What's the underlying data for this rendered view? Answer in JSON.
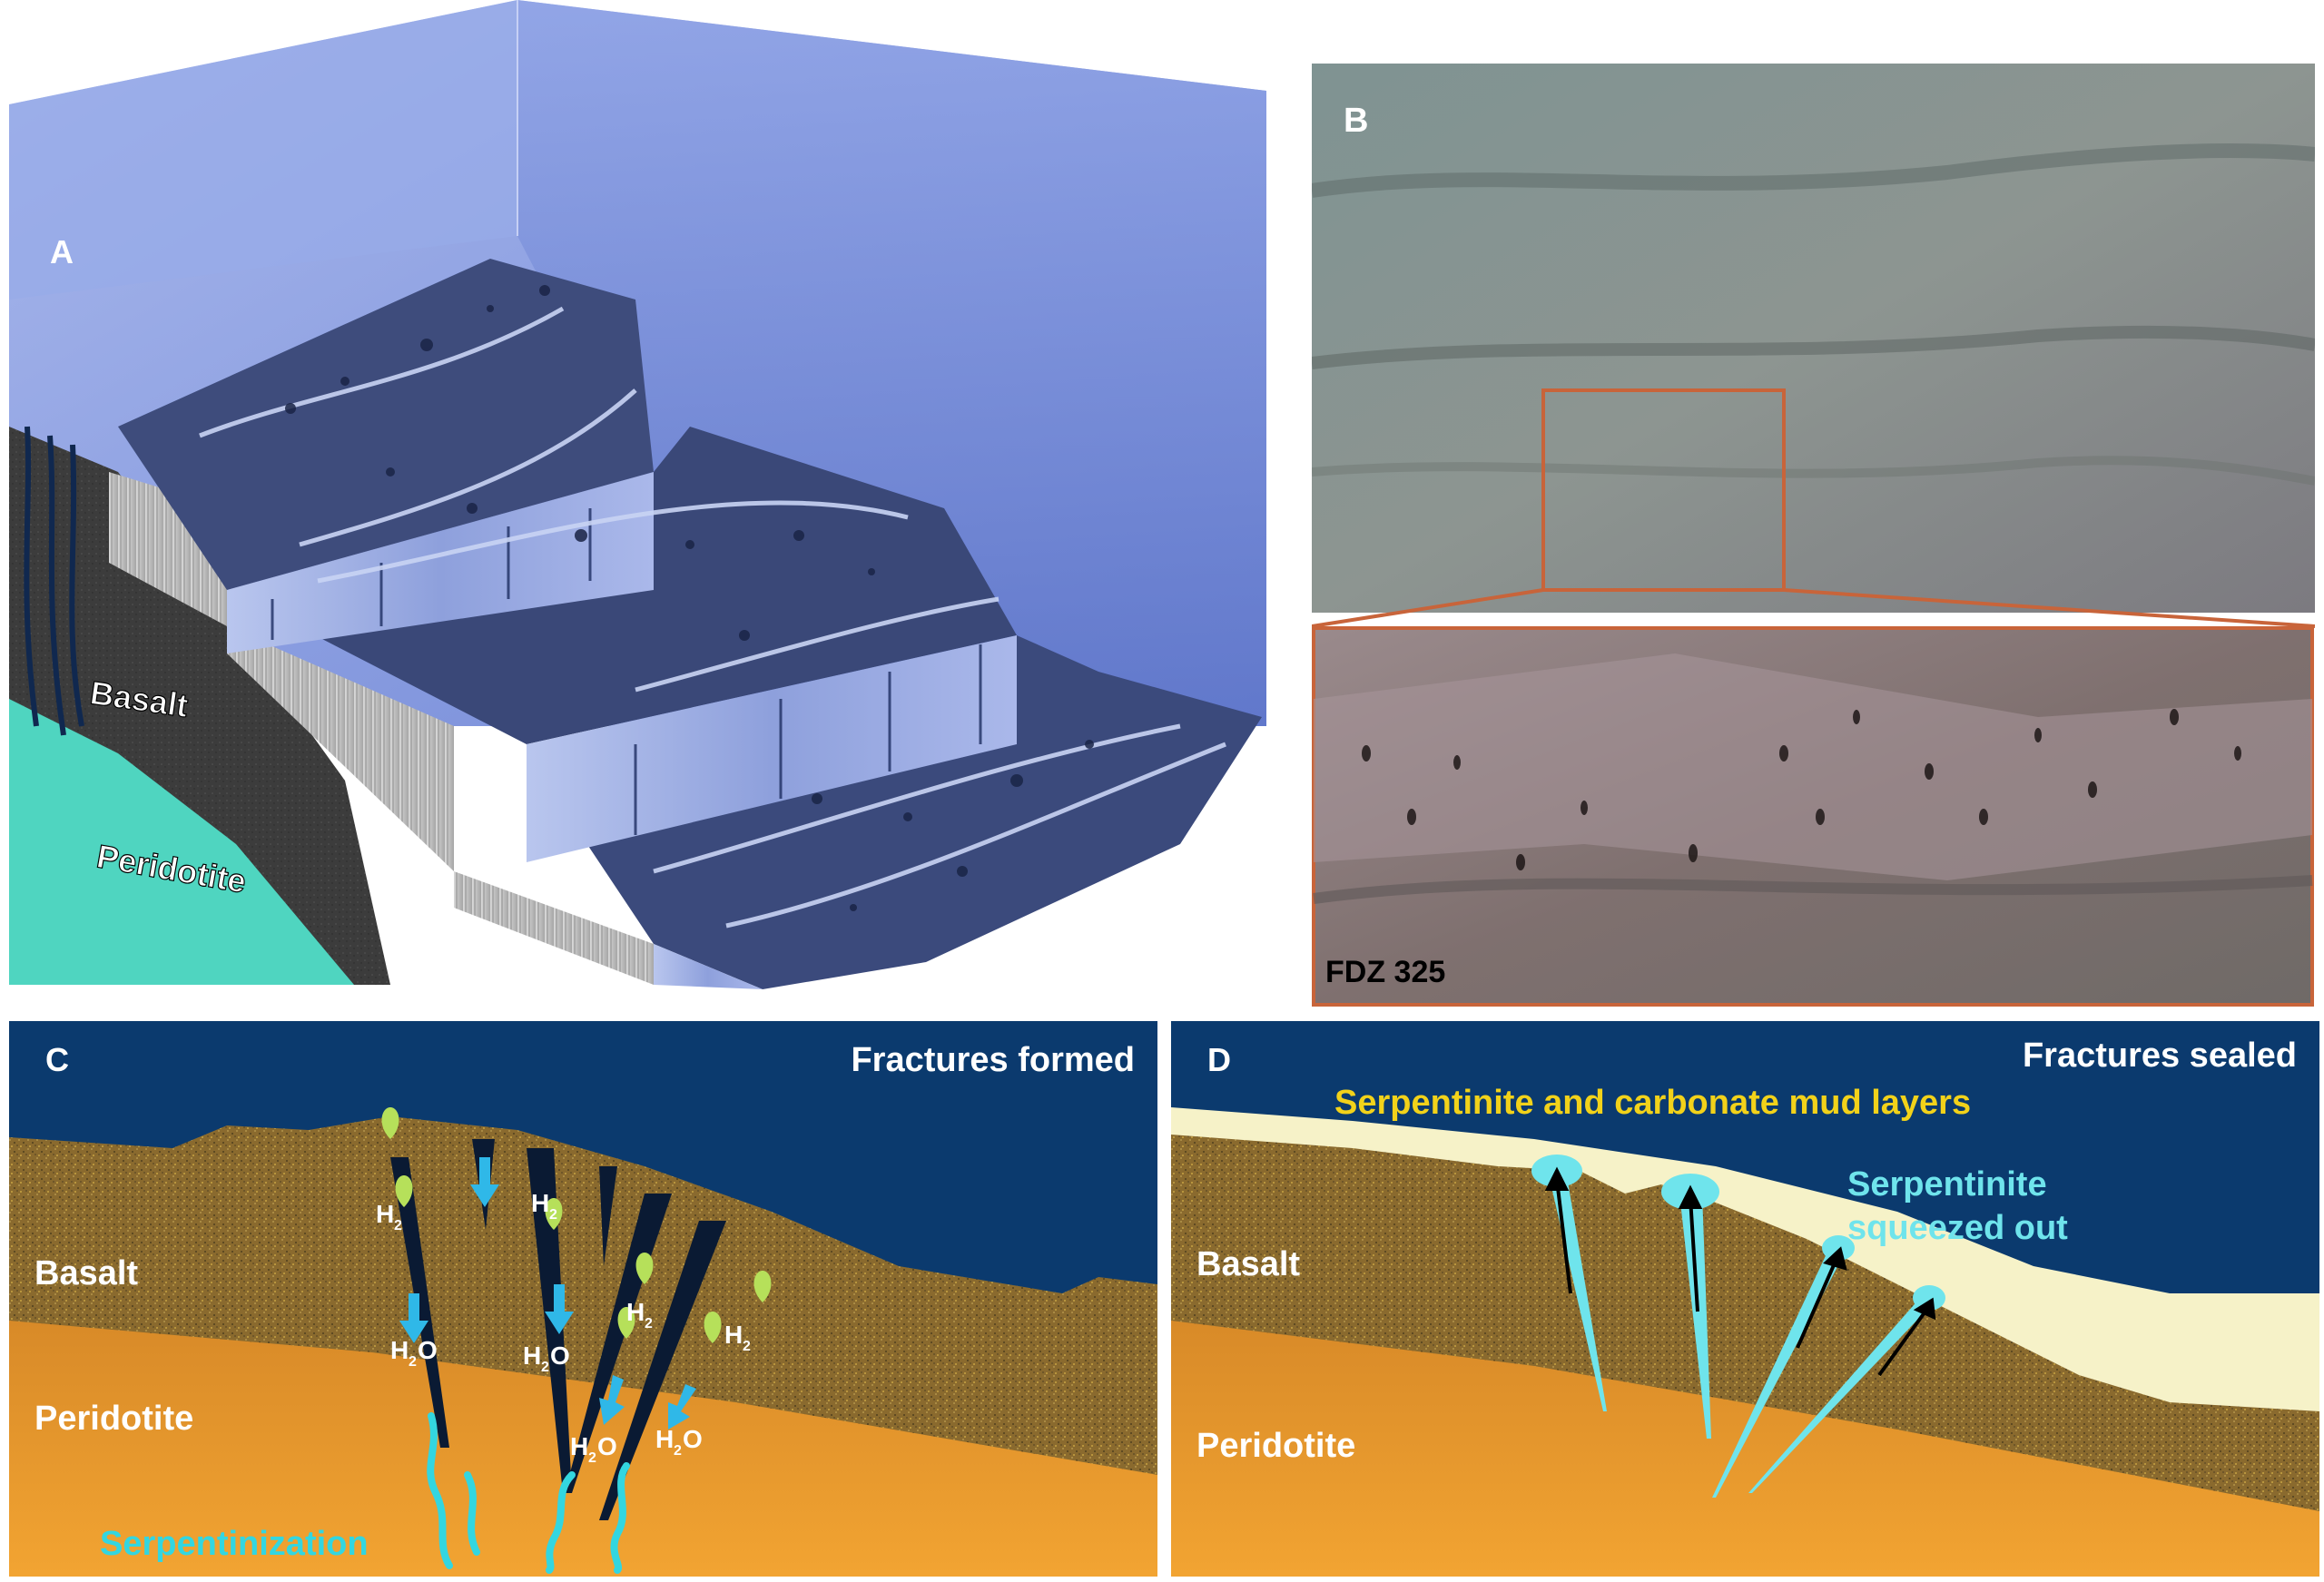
{
  "panel_a": {
    "letter": "A",
    "basalt_label": "Basalt",
    "peridotite_label": "Peridotite"
  },
  "panel_b": {
    "letter": "B",
    "inset_label": "FDZ 325",
    "frame_color": "#c8643a"
  },
  "panel_c": {
    "letter": "C",
    "title": "Fractures formed",
    "basalt_label": "Basalt",
    "peridotite_label": "Peridotite",
    "serpentinization_label": "Serpentinization",
    "h2_labels": [
      "H",
      "H",
      "H",
      "H"
    ],
    "h2_subs": [
      "2",
      "2",
      "2",
      "2"
    ],
    "h2o_labels": [
      "H",
      "H",
      "H",
      "H"
    ],
    "h2o_subs": [
      "2",
      "2",
      "2",
      "2"
    ],
    "h2o_tail": [
      "O",
      "O",
      "O",
      "O"
    ]
  },
  "panel_d": {
    "letter": "D",
    "title": "Fractures sealed",
    "mud_label": "Serpentinite and carbonate mud layers",
    "squeezed_label_1": "Serpentinite",
    "squeezed_label_2": "squeezed out",
    "basalt_label": "Basalt",
    "peridotite_label": "Peridotite"
  },
  "colors": {
    "ocean_dark": "#0b3a6e",
    "ocean_light": "#7f97e0",
    "basalt_brown": "#8a6a2e",
    "peridotite_orange": "#e8992a",
    "serpentine_cyan": "#33d6e0",
    "mud_yellow": "#f2d21a",
    "h2_green": "#b6e05a"
  }
}
